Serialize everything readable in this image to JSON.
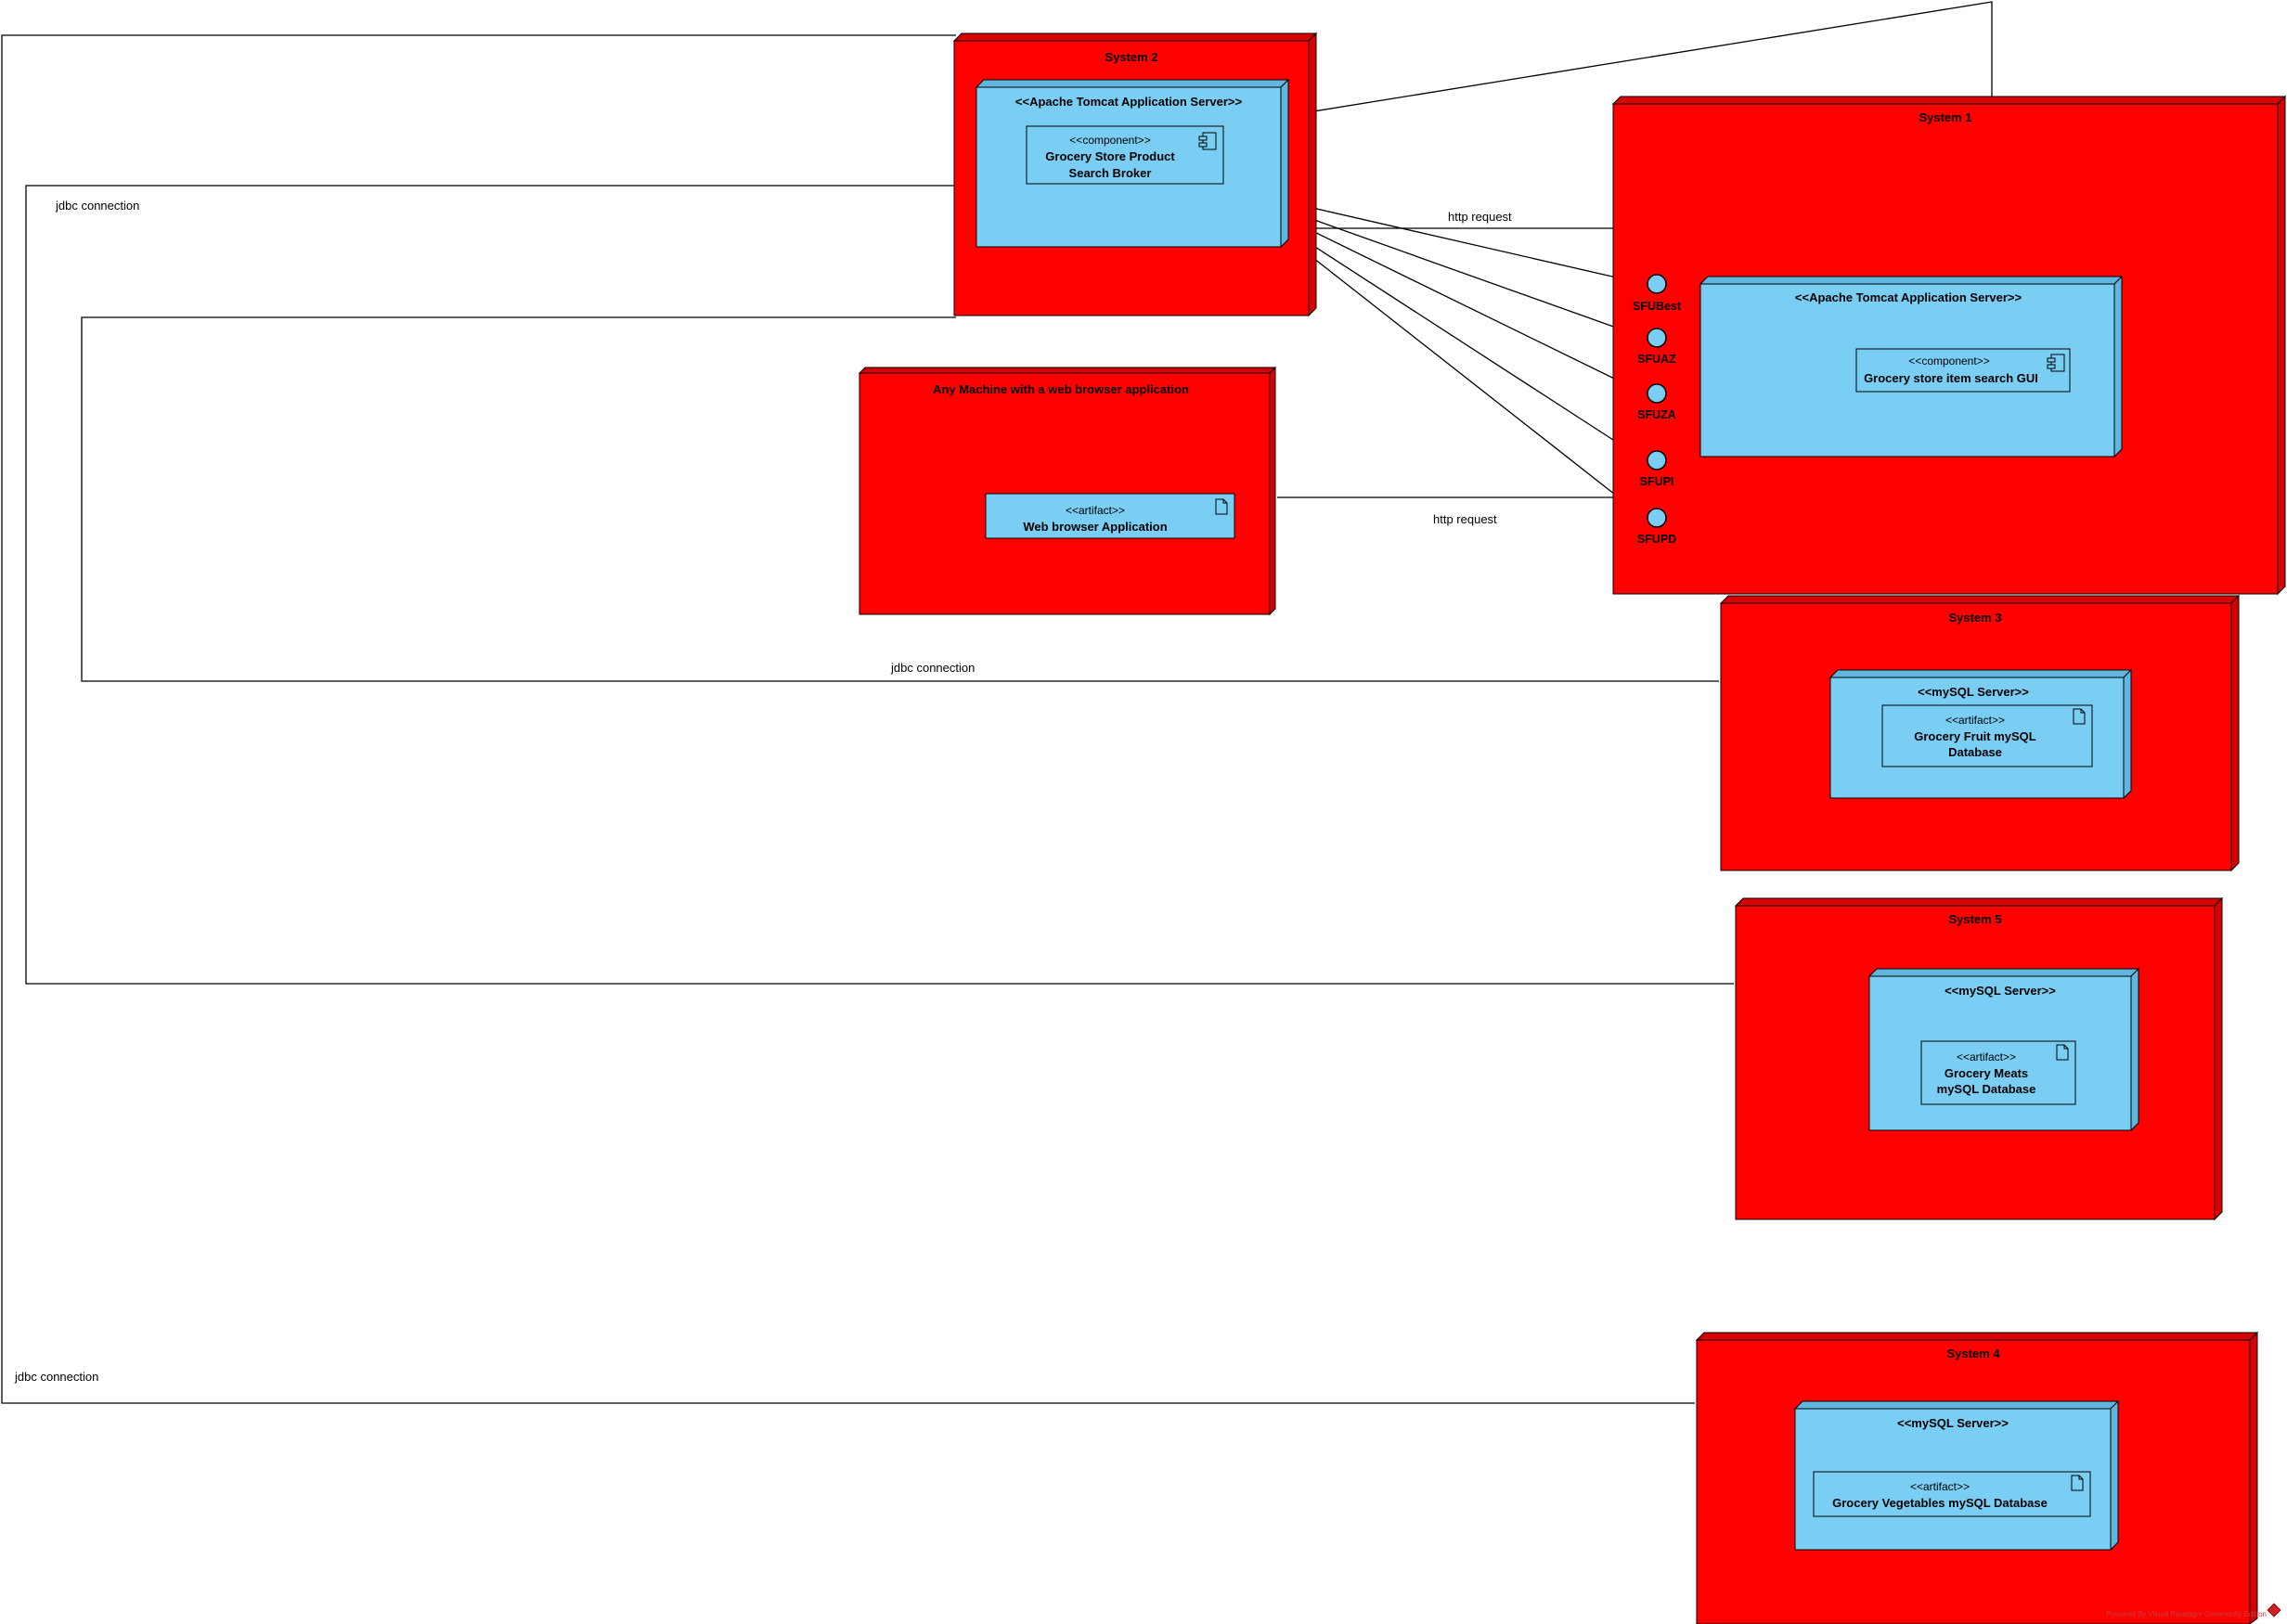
{
  "colors": {
    "node_fill": "#ff0000",
    "node_depth": "#d80000",
    "server_fill": "#7acef4",
    "server_depth": "#5fb6df",
    "line": "#000000"
  },
  "nodes": {
    "system1": "System 1",
    "system2": "System 2",
    "system3": "System 3",
    "system4": "System 4",
    "system5": "System 5",
    "any_machine": "Any Machine with a web browser application"
  },
  "servers": {
    "tomcat_system2": "<<Apache Tomcat Application Server>>",
    "tomcat_system1": "<<Apache Tomcat Application Server>>",
    "mysql_system3": "<<mySQL Server>>",
    "mysql_system5": "<<mySQL Server>>",
    "mysql_system4": "<<mySQL Server>>"
  },
  "components": {
    "broker": {
      "stereotype": "<<component>>",
      "name_line1": "Grocery Store Product",
      "name_line2": "Search Broker"
    },
    "gui": {
      "stereotype": "<<component>>",
      "name": "Grocery store item search GUI"
    }
  },
  "artifacts": {
    "web_browser": {
      "stereotype": "<<artifact>>",
      "name": "Web browser Application"
    },
    "fruit_db": {
      "stereotype": "<<artifact>>",
      "name_line1": "Grocery Fruit mySQL",
      "name_line2": "Database"
    },
    "meats_db": {
      "stereotype": "<<artifact>>",
      "name_line1": "Grocery Meats",
      "name_line2": "mySQL Database"
    },
    "vegetables_db": {
      "stereotype": "<<artifact>>",
      "name": "Grocery Vegetables mySQL Database"
    }
  },
  "interfaces": [
    "SFUBest",
    "SFUAZ",
    "SFUZA",
    "SFUPI",
    "SFUPD"
  ],
  "connections": {
    "http_request_top": "http request",
    "http_request_bottom": "http request",
    "jdbc_top": "jdbc connection",
    "jdbc_middle": "jdbc connection",
    "jdbc_bottom": "jdbc connection"
  },
  "watermark": "Powered By Visual Paradigm Community Edition"
}
